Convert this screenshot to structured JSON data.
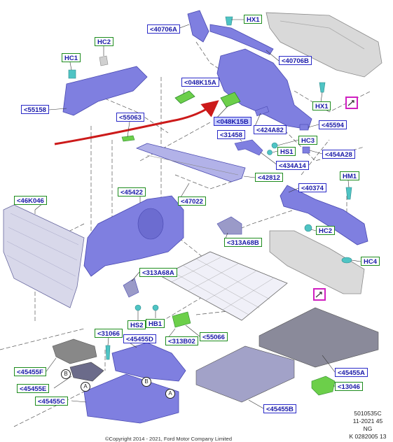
{
  "labels": {
    "l40706A": "<40706A",
    "lHX1a": "HX1",
    "l40706B": "<40706B",
    "lHC2a": "HC2",
    "lHC1": "HC1",
    "l048K15A": "<048K15A",
    "lHX1b": "HX1",
    "l55158": "<55158",
    "l048K15B": "<048K15B",
    "l424A82": "<424A82",
    "l45594": "<45594",
    "l55063": "<55063",
    "l31458": "<31458",
    "lHC3": "HC3",
    "lHS1": "HS1",
    "l454A28": "<454A28",
    "l434A14": "<434A14",
    "l42812": "<42812",
    "lHM1": "HM1",
    "l46K046": "<46K046",
    "l45422": "<45422",
    "l47022": "<47022",
    "l40374": "<40374",
    "lHC2b": "HC2",
    "l313A68B": "<313A68B",
    "lHC4": "HC4",
    "l313A68A": "<313A68A",
    "lHS2": "HS2",
    "lHB1": "HB1",
    "l31066": "<31066",
    "l313B02": "<313B02",
    "l55066": "<55066",
    "l45455D": "<45455D",
    "l45455F": "<45455F",
    "l45455E": "<45455E",
    "l45455C": "<45455C",
    "l45455A": "<45455A",
    "l13046": "<13046",
    "l45455B": "<45455B"
  },
  "markers": {
    "a1": "A",
    "a2": "A",
    "b1": "B",
    "b2": "B"
  },
  "info": {
    "code": "5010535C",
    "date": "11-2021 45",
    "ng": "NG",
    "kcode": "K 0282005 13"
  },
  "copyright": "©Copyright 2014 - 2021, Ford Motor Company Limited",
  "colors": {
    "part": "#7f7fe0",
    "part_dark": "#5a5ac4",
    "grey_part": "#d7d7d7",
    "callout_arrow": "#cc1a1a",
    "vehicle_icon": "#d020c0",
    "accent_green": "#6ccf4a"
  }
}
